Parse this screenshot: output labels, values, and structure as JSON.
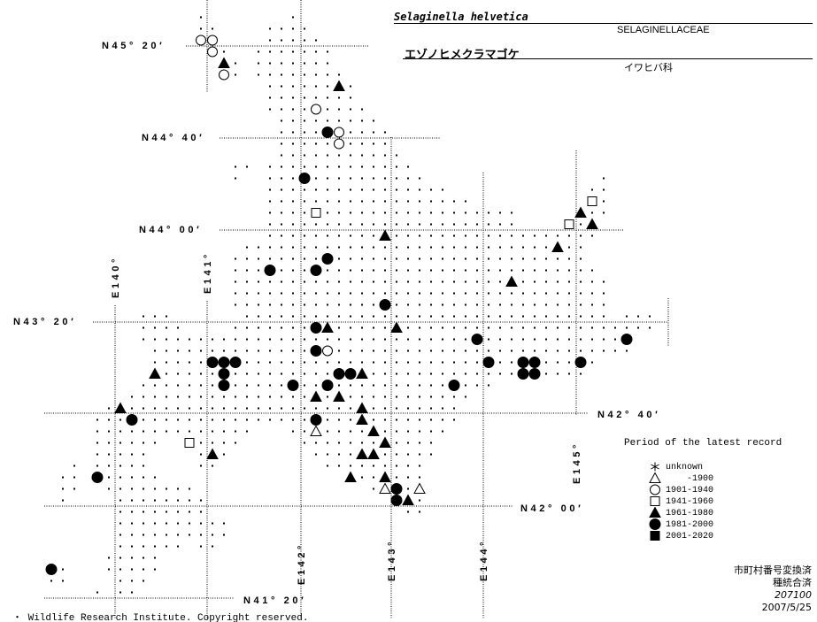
{
  "header": {
    "scientific_name": "Selaginella helvetica",
    "family_latin": "SELAGINELLACEAE",
    "japanese_name": "エゾノヒメクラマゴケ",
    "family_japanese": "イワヒバ科"
  },
  "latitude_labels": [
    "N45° 20′",
    "N44° 40′",
    "N44° 00′",
    "N43° 20′",
    "N42° 40′",
    "N42° 00′",
    "N41° 20′"
  ],
  "longitude_labels": [
    "E140°",
    "E141°",
    "E142°",
    "E143°",
    "E144°",
    "E145°"
  ],
  "legend": {
    "title": "Period of the latest record",
    "items": [
      {
        "symbol": "asterisk",
        "label": "unknown"
      },
      {
        "symbol": "open-triangle",
        "label": "    -1900"
      },
      {
        "symbol": "open-circle",
        "label": "1901-1940"
      },
      {
        "symbol": "open-square",
        "label": "1941-1960"
      },
      {
        "symbol": "filled-triangle",
        "label": "1961-1980"
      },
      {
        "symbol": "filled-circle",
        "label": "1981-2000"
      },
      {
        "symbol": "filled-square",
        "label": "2001-2020"
      }
    ]
  },
  "notes": {
    "line1": "市町村番号変換済",
    "line2": "種統合済",
    "line3": "207100",
    "line4": "2007/5/25"
  },
  "copyright": "・ Wildlife Research Institute. Copyright reserved.",
  "records": [
    {
      "symbol": "open-triangle",
      "period": "-1900",
      "cells": [
        [
          142.1875,
          42.5417
        ],
        [
          142.9375,
          42.125
        ],
        [
          143.3125,
          42.125
        ]
      ]
    },
    {
      "symbol": "open-circle",
      "period": "1901-1940",
      "cells": [
        [
          140.9375,
          45.375
        ],
        [
          141.0625,
          45.375
        ],
        [
          141.0625,
          45.2917
        ],
        [
          141.1875,
          45.125
        ],
        [
          142.1875,
          44.875
        ],
        [
          142.4375,
          44.7083
        ],
        [
          142.4375,
          44.625
        ],
        [
          142.3125,
          43.125
        ]
      ]
    },
    {
      "symbol": "open-square",
      "period": "1941-1960",
      "cells": [
        [
          142.1875,
          44.125
        ],
        [
          145.1875,
          44.2083
        ],
        [
          144.9375,
          44.0417
        ],
        [
          140.8125,
          42.4583
        ]
      ]
    },
    {
      "symbol": "filled-triangle",
      "period": "1961-1980",
      "cells": [
        [
          141.1875,
          45.2083
        ],
        [
          142.4375,
          45.0417
        ],
        [
          145.0625,
          44.125
        ],
        [
          145.1875,
          44.0417
        ],
        [
          142.9375,
          43.9583
        ],
        [
          144.8125,
          43.875
        ],
        [
          144.3125,
          43.625
        ],
        [
          142.3125,
          43.2917
        ],
        [
          143.0625,
          43.2917
        ],
        [
          140.4375,
          42.9583
        ],
        [
          142.6875,
          42.9583
        ],
        [
          142.1875,
          42.7917
        ],
        [
          142.4375,
          42.7917
        ],
        [
          140.0625,
          42.7083
        ],
        [
          142.6875,
          42.7083
        ],
        [
          142.6875,
          42.625
        ],
        [
          142.8125,
          42.5417
        ],
        [
          142.9375,
          42.4583
        ],
        [
          141.0625,
          42.375
        ],
        [
          142.6875,
          42.375
        ],
        [
          142.8125,
          42.375
        ],
        [
          142.5625,
          42.2083
        ],
        [
          142.9375,
          42.2083
        ],
        [
          143.1875,
          42.0417
        ]
      ]
    },
    {
      "symbol": "filled-circle",
      "period": "1981-2000",
      "cells": [
        [
          142.3125,
          44.7083
        ],
        [
          142.0625,
          44.375
        ],
        [
          142.3125,
          43.7917
        ],
        [
          141.6875,
          43.7083
        ],
        [
          142.1875,
          43.7083
        ],
        [
          142.9375,
          43.4583
        ],
        [
          142.1875,
          43.2917
        ],
        [
          143.9375,
          43.2083
        ],
        [
          145.5625,
          43.2083
        ],
        [
          142.1875,
          43.125
        ],
        [
          141.0625,
          43.0417
        ],
        [
          141.1875,
          43.0417
        ],
        [
          141.3125,
          43.0417
        ],
        [
          144.0625,
          43.0417
        ],
        [
          144.4375,
          43.0417
        ],
        [
          144.5625,
          43.0417
        ],
        [
          145.0625,
          43.0417
        ],
        [
          141.1875,
          42.9583
        ],
        [
          142.4375,
          42.9583
        ],
        [
          142.5625,
          42.9583
        ],
        [
          144.4375,
          42.9583
        ],
        [
          144.5625,
          42.9583
        ],
        [
          141.1875,
          42.875
        ],
        [
          141.9375,
          42.875
        ],
        [
          142.3125,
          42.875
        ],
        [
          143.6875,
          42.875
        ],
        [
          140.1875,
          42.625
        ],
        [
          142.1875,
          42.625
        ],
        [
          139.8125,
          42.2083
        ],
        [
          143.0625,
          42.125
        ],
        [
          143.0625,
          42.0417
        ],
        [
          139.3125,
          41.5417
        ]
      ]
    }
  ]
}
